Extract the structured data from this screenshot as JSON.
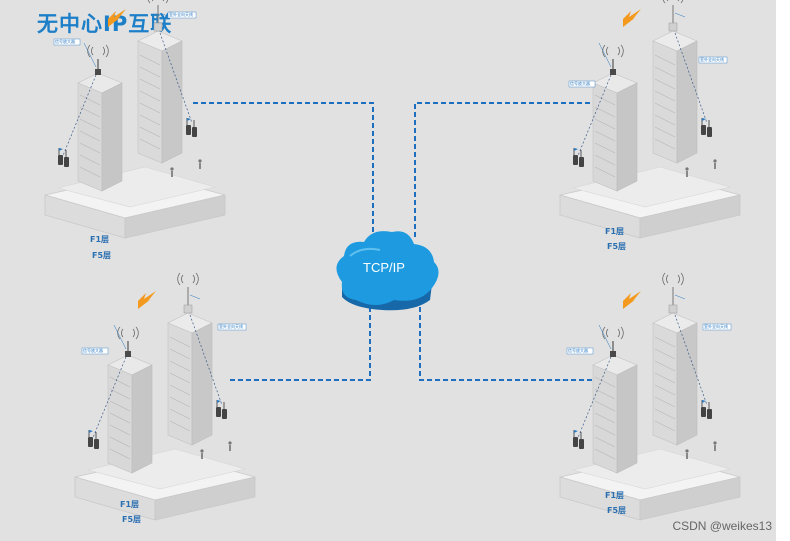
{
  "title": "无中心IP互联",
  "network": {
    "label": "TCP/IP"
  },
  "sites": [
    {
      "antenna_tag": "信号放大器",
      "roof_tag": "室外全向天线",
      "floor_top": "F1层",
      "floor_bottom": "F5层"
    },
    {
      "antenna_tag": "信号放大器",
      "roof_tag": "室外全向天线",
      "floor_top": "F1层",
      "floor_bottom": "F5层"
    },
    {
      "antenna_tag": "信号放大器",
      "roof_tag": "室外全向天线",
      "floor_top": "F1层",
      "floor_bottom": "F5层"
    },
    {
      "antenna_tag": "信号放大器",
      "roof_tag": "室外全向天线",
      "floor_top": "F1层",
      "floor_bottom": "F5层"
    }
  ],
  "watermark": "CSDN @weikes13",
  "colors": {
    "title": "#1c7fc8",
    "link": "#1f6fc0",
    "cloud": "#1e9be0",
    "background": "#e1e1e1",
    "lightning": "#f39a1e"
  }
}
